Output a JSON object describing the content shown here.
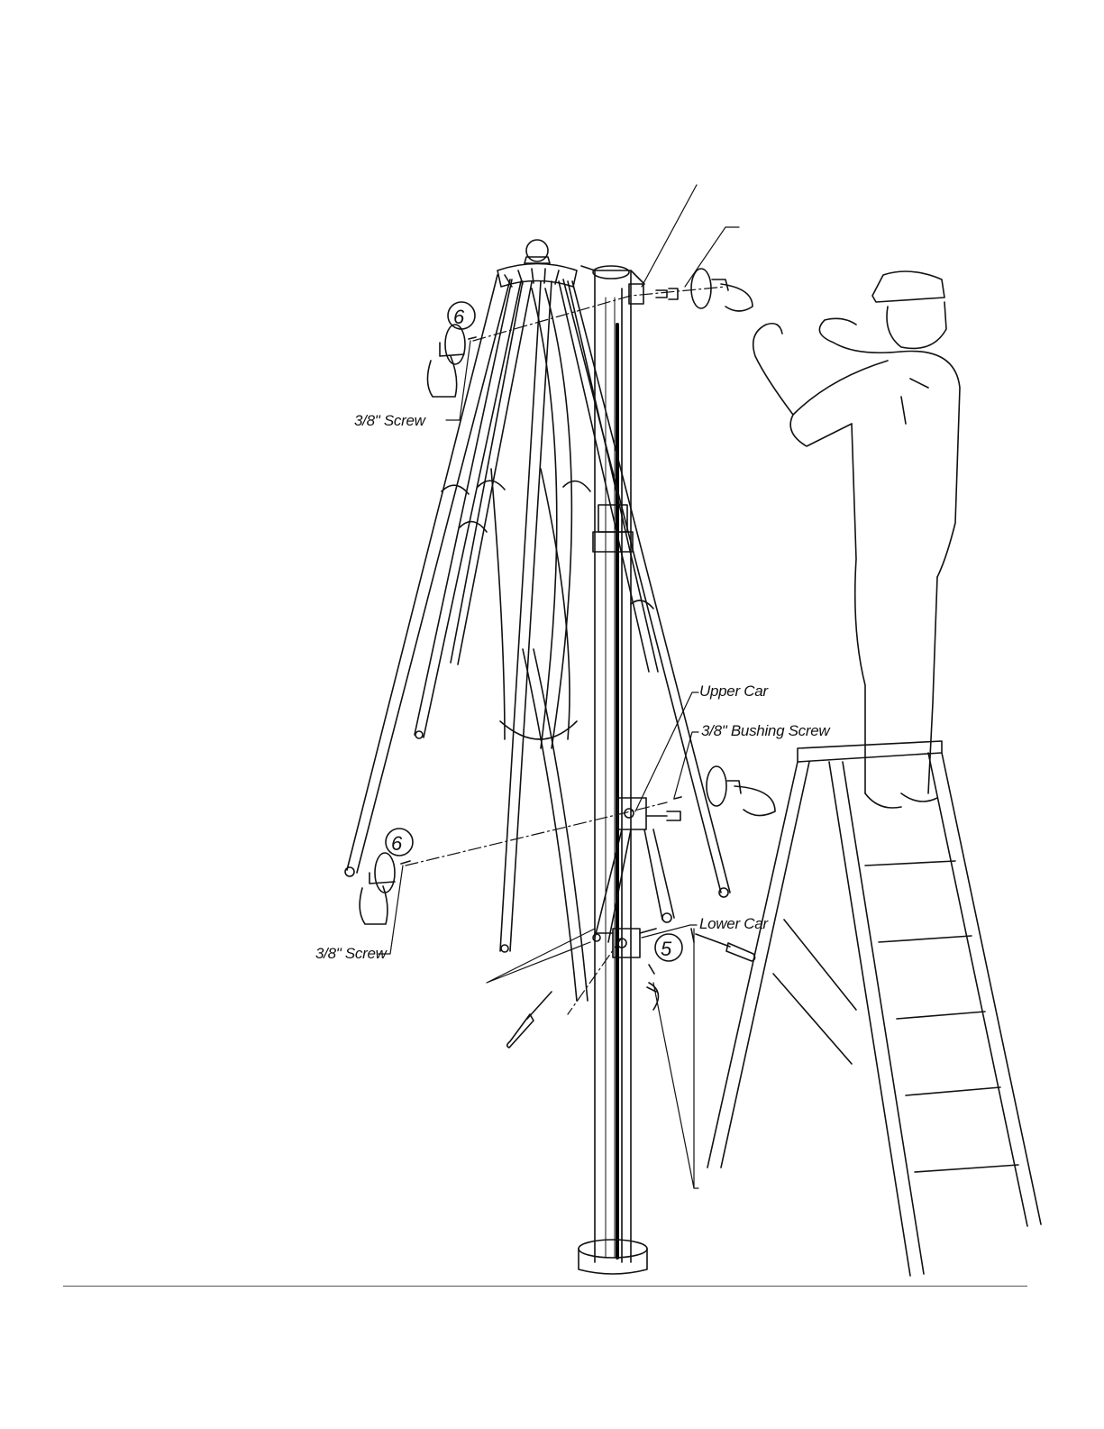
{
  "callouts": {
    "upper_screw_left": "3/8\" Screw",
    "lower_screw_left": "3/8\" Screw",
    "upper_car": "Upper Car",
    "bushing_screw": "3/8\" Bushing Screw",
    "lower_car": "Lower Car"
  },
  "steps": {
    "step_upper": "6",
    "step_lower": "6",
    "step_car": "5"
  },
  "colors": {
    "line": "#111111",
    "rule": "#555555",
    "background": "#ffffff"
  }
}
